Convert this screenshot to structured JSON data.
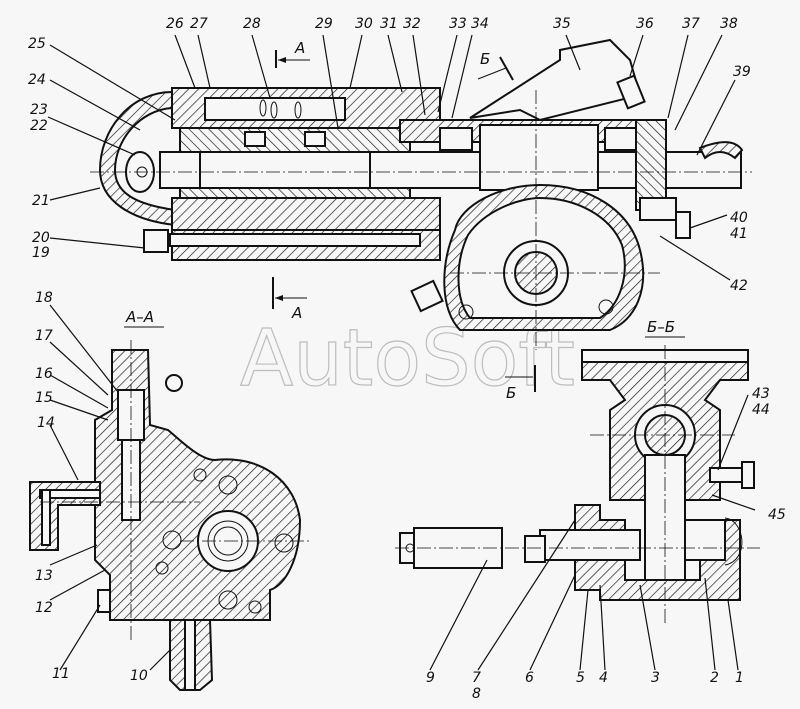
{
  "drawing": {
    "type": "steering gear assembly cross-section",
    "watermark": "AutoSoft",
    "section_views": {
      "aa": "А–А",
      "bb": "Б–Б"
    },
    "section_markers": {
      "a_top": "А",
      "a_bottom": "А",
      "b_top": "Б",
      "b_bottom": "Б"
    },
    "part_labels": {
      "p1": "1",
      "p2": "2",
      "p3": "3",
      "p4": "4",
      "p5": "5",
      "p6": "6",
      "p7": "7",
      "p8": "8",
      "p9": "9",
      "p10": "10",
      "p11": "11",
      "p12": "12",
      "p13": "13",
      "p14": "14",
      "p15": "15",
      "p16": "16",
      "p17": "17",
      "p18": "18",
      "p19": "19",
      "p20": "20",
      "p21": "21",
      "p22": "22",
      "p23": "23",
      "p24": "24",
      "p25": "25",
      "p26": "26",
      "p27": "27",
      "p28": "28",
      "p29": "29",
      "p30": "30",
      "p31": "31",
      "p32": "32",
      "p33": "33",
      "p34": "34",
      "p35": "35",
      "p36": "36",
      "p37": "37",
      "p38": "38",
      "p39": "39",
      "p40": "40",
      "p41": "41",
      "p42": "42",
      "p43": "43",
      "p44": "44",
      "p45": "45"
    }
  }
}
